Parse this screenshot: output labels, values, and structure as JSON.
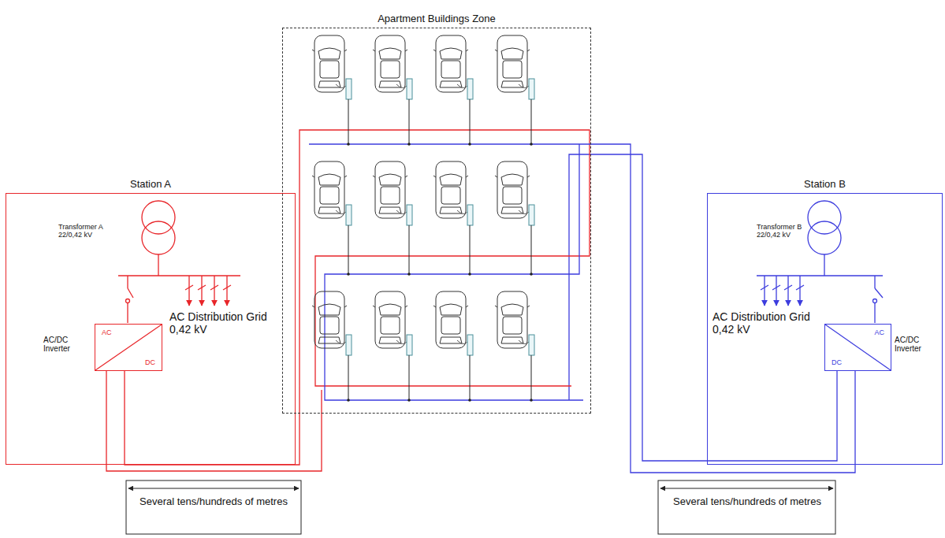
{
  "diagram": {
    "nodes": [
      {
        "text": [
          "Station A"
        ]
      },
      {
        "text": [
          "AC",
          "DC",
          "AC/DC Inverter"
        ],
        "in": 0
      },
      {
        "text": [
          "Apartment Buildings Zone"
        ]
      },
      {
        "text": [
          "Station B"
        ]
      },
      {
        "text": [
          "AC",
          "DC",
          "AC/DC Inverter"
        ],
        "in": 3
      }
    ],
    "edges": [
      {
        "from": 1,
        "to": 2,
        "arrow": "none"
      },
      {
        "from": 4,
        "to": 2,
        "arrow": "none"
      }
    ],
    "labels": [
      "Transformer A 22/0,42 kV",
      "AC Distribution Grid 0,42 kV",
      "Several tens/hundreds of metres",
      "Transformer B 22/0,42 kV",
      "AC Distribution Grid 0,42 kV",
      "Several tens/hundreds of metres"
    ]
  }
}
